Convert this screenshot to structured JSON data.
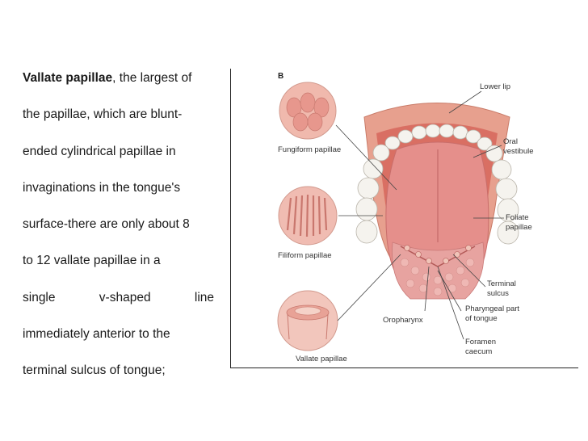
{
  "paragraph": {
    "line1_bold": "Vallate papillae",
    "line1_rest": ", the largest of",
    "lines": [
      "the papillae, which are blunt-",
      "ended cylindrical papillae in",
      "invaginations in the tongue's",
      "surface-there are only about 8",
      "to 12 vallate papillae in a",
      "single v-shaped line",
      "immediately anterior to the",
      "terminal sulcus of tongue;"
    ]
  },
  "figure": {
    "panel_letter": "B",
    "labels": {
      "lower_lip": "Lower lip",
      "oral_vestibule_1": "Oral",
      "oral_vestibule_2": "vestibule",
      "fungiform": "Fungiform papillae",
      "filiform": "Filiform papillae",
      "vallate": "Vallate papillae",
      "foliate_1": "Foliate",
      "foliate_2": "papillae",
      "terminal_sulcus_1": "Terminal",
      "terminal_sulcus_2": "sulcus",
      "oropharynx": "Oropharynx",
      "pharyngeal_1": "Pharyngeal part",
      "pharyngeal_2": "of tongue",
      "foramen_1": "Foramen",
      "foramen_2": "caecum"
    }
  }
}
